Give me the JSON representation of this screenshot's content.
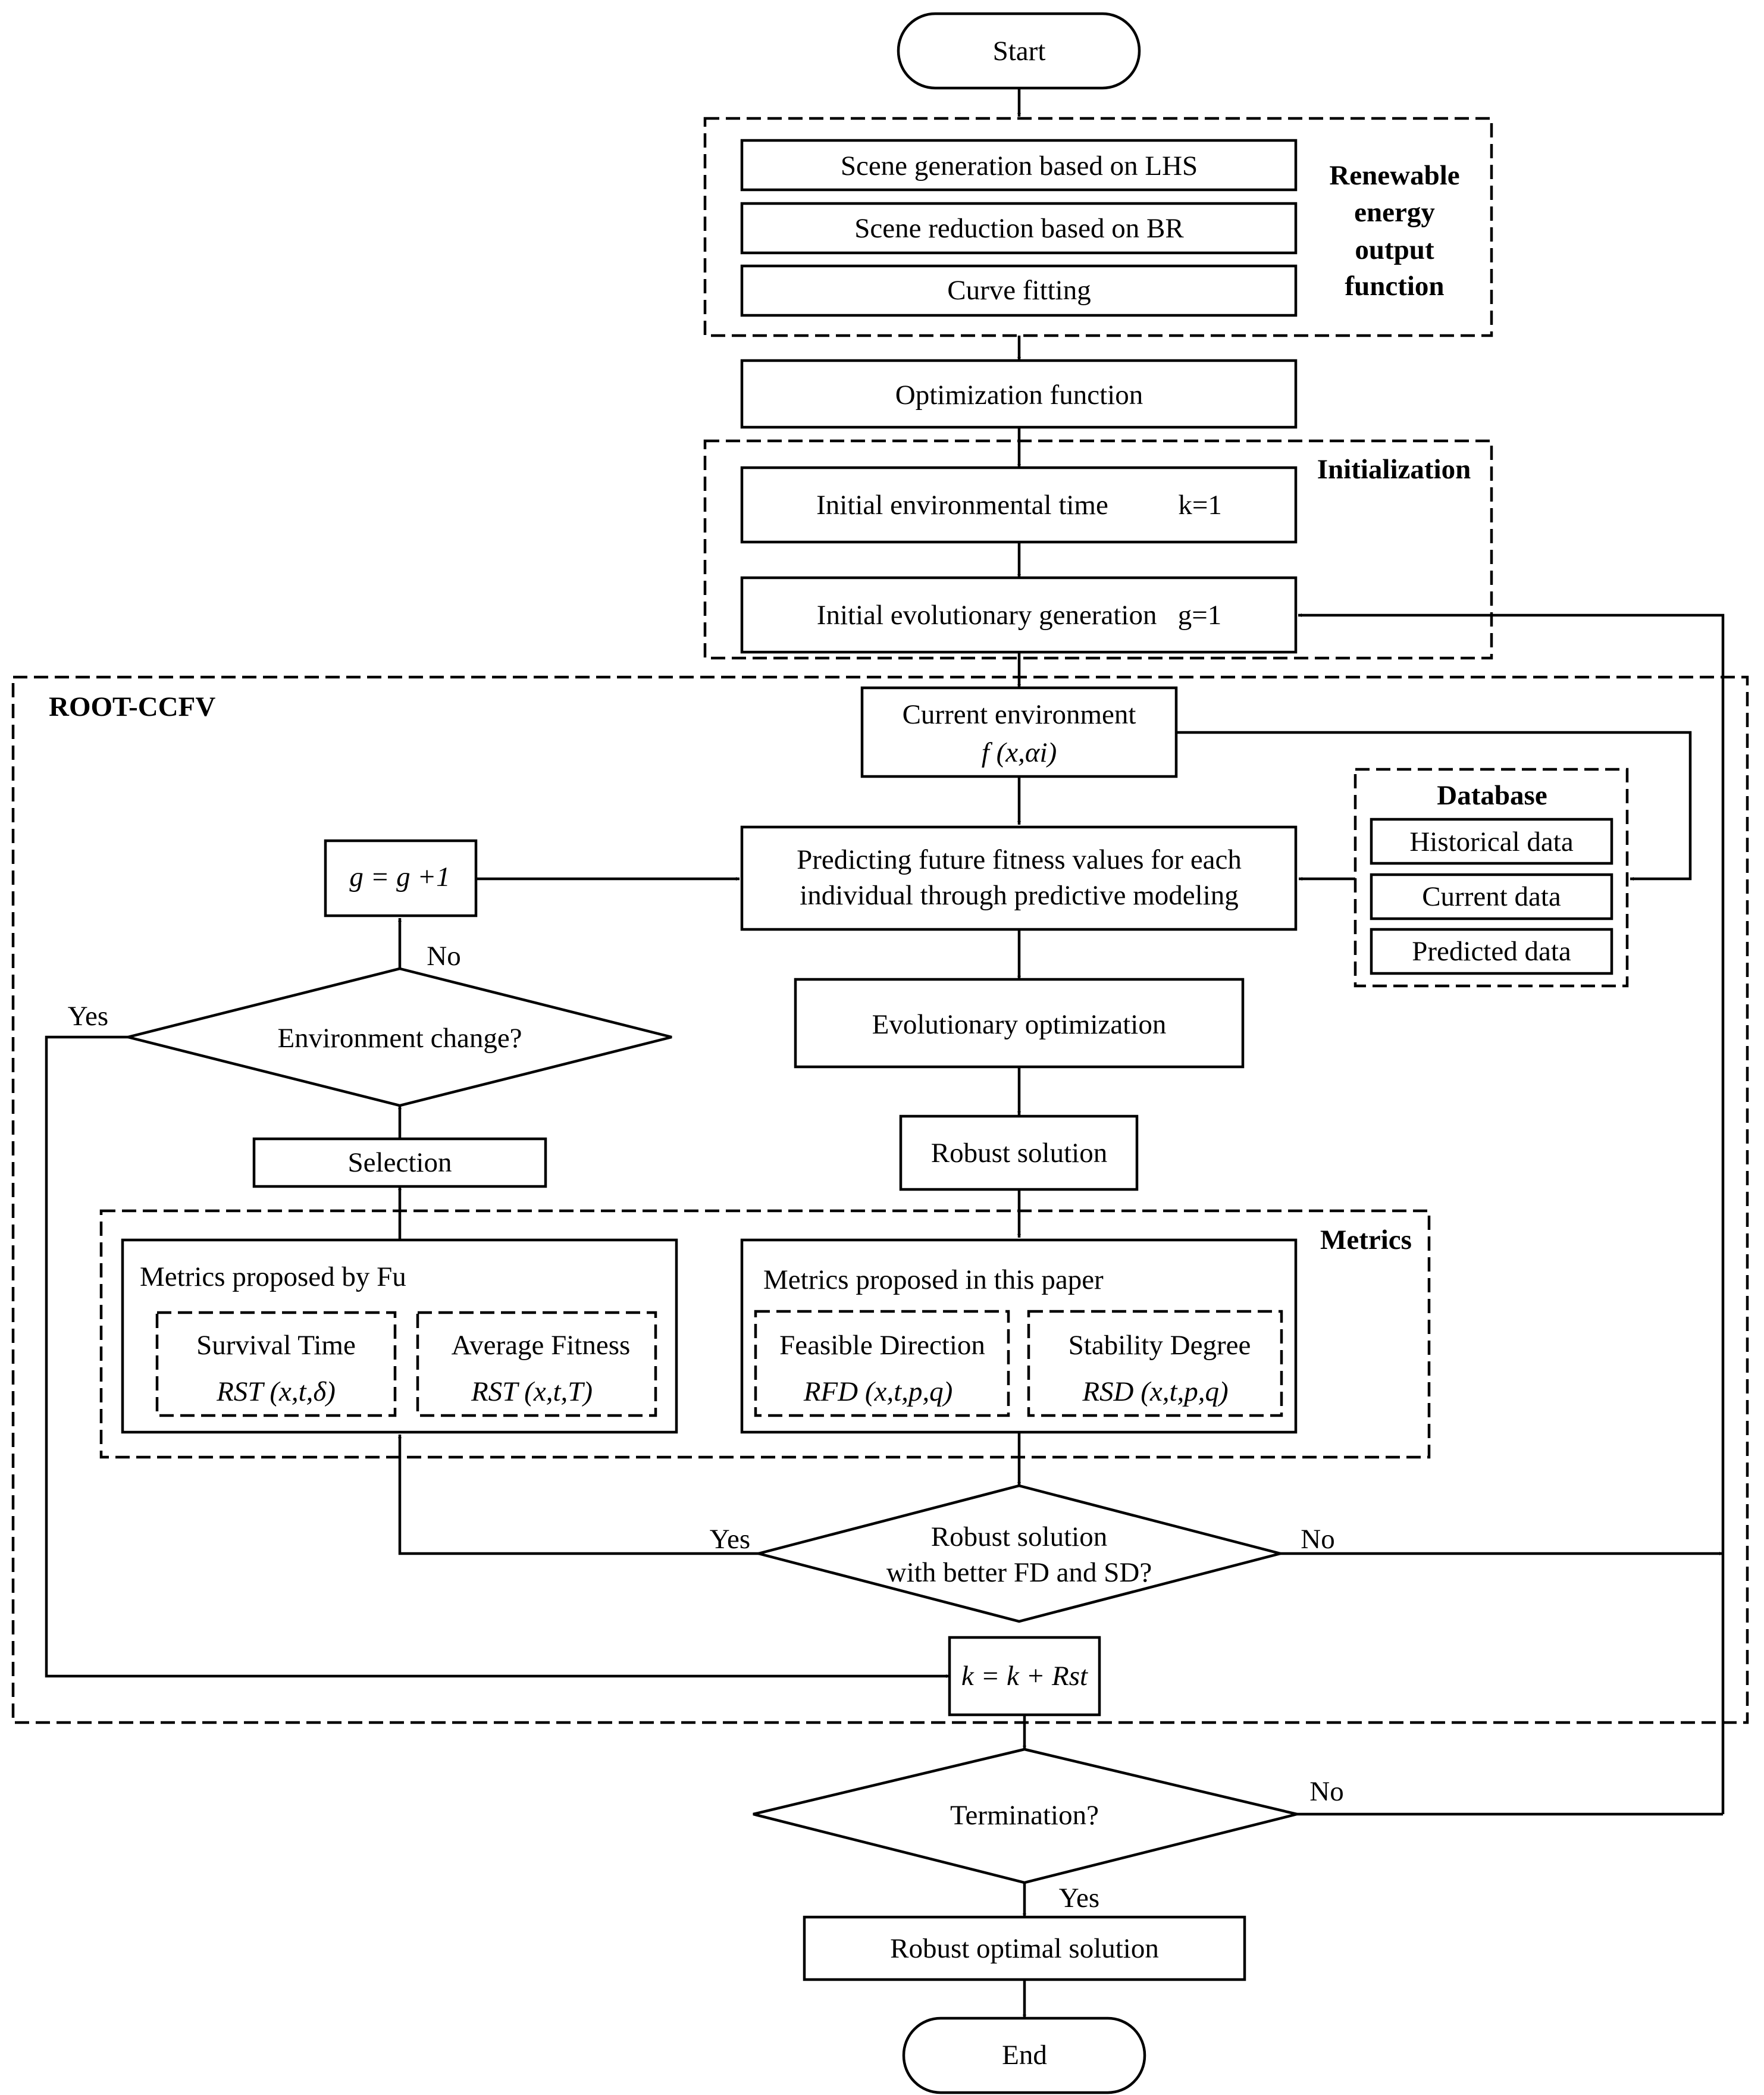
{
  "nodes": {
    "start": "Start",
    "lhs": "Scene generation based on LHS",
    "br": "Scene reduction based on BR",
    "curve": "Curve fitting",
    "renewable_label": [
      "Renewable",
      "energy",
      "output",
      "function"
    ],
    "optimization_function": "Optimization function",
    "initialization_label": "Initialization",
    "initial_env_time": "Initial environmental time          k=1",
    "initial_evo_gen": "Initial evolutionary generation   g=1",
    "root_ccfv_label": "ROOT-CCFV",
    "current_env": "Current environment",
    "current_env_formula": "f (x,αi)",
    "database_label": "Database",
    "historical_data": "Historical data",
    "current_data": "Current data",
    "predicted_data": "Predicted data",
    "predicting": [
      "Predicting future fitness values for each",
      "individual through predictive modeling"
    ],
    "g_update": "g = g +1",
    "env_change": "Environment change?",
    "evo_opt": "Evolutionary optimization",
    "robust_solution": "Robust solution",
    "selection": "Selection",
    "metrics_label": "Metrics",
    "metrics_fu": "Metrics proposed by Fu",
    "survival_time": "Survival Time",
    "survival_formula": "RST (x,t,δ)",
    "average_fitness": "Average Fitness",
    "average_formula": "RST (x,t,T)",
    "metrics_paper": "Metrics proposed in this paper",
    "feasible_direction": "Feasible Direction",
    "feasible_formula": "RFD (x,t,p,q)",
    "stability_degree": "Stability Degree",
    "stability_formula": "RSD (x,t,p,q)",
    "robust_better": [
      "Robust solution",
      "with better FD and SD?"
    ],
    "k_update": "k = k + Rst",
    "termination": "Termination?",
    "robust_optimal": "Robust optimal solution",
    "end": "End"
  },
  "edge_labels": {
    "no_env": "No",
    "yes_env": "Yes",
    "yes_robust": "Yes",
    "no_robust": "No",
    "no_term": "No",
    "yes_term": "Yes"
  }
}
